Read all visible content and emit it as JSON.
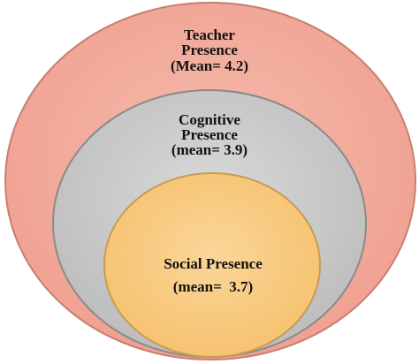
{
  "diagram": {
    "outer": {
      "line1": "Teacher",
      "line2": "Presence",
      "line3": "(Mean= 4.2)",
      "fill": "#f2a898",
      "stroke": "#c77e70"
    },
    "middle": {
      "line1": "Cognitive",
      "line2": "Presence",
      "line3": "(mean= 3.9)",
      "fill": "#c9c9c9",
      "stroke": "#8a8a8a"
    },
    "inner": {
      "line1": "Social Presence",
      "line2": "(mean=  3.7)",
      "fill": "#f8c97a",
      "stroke": "#c79b55"
    }
  }
}
